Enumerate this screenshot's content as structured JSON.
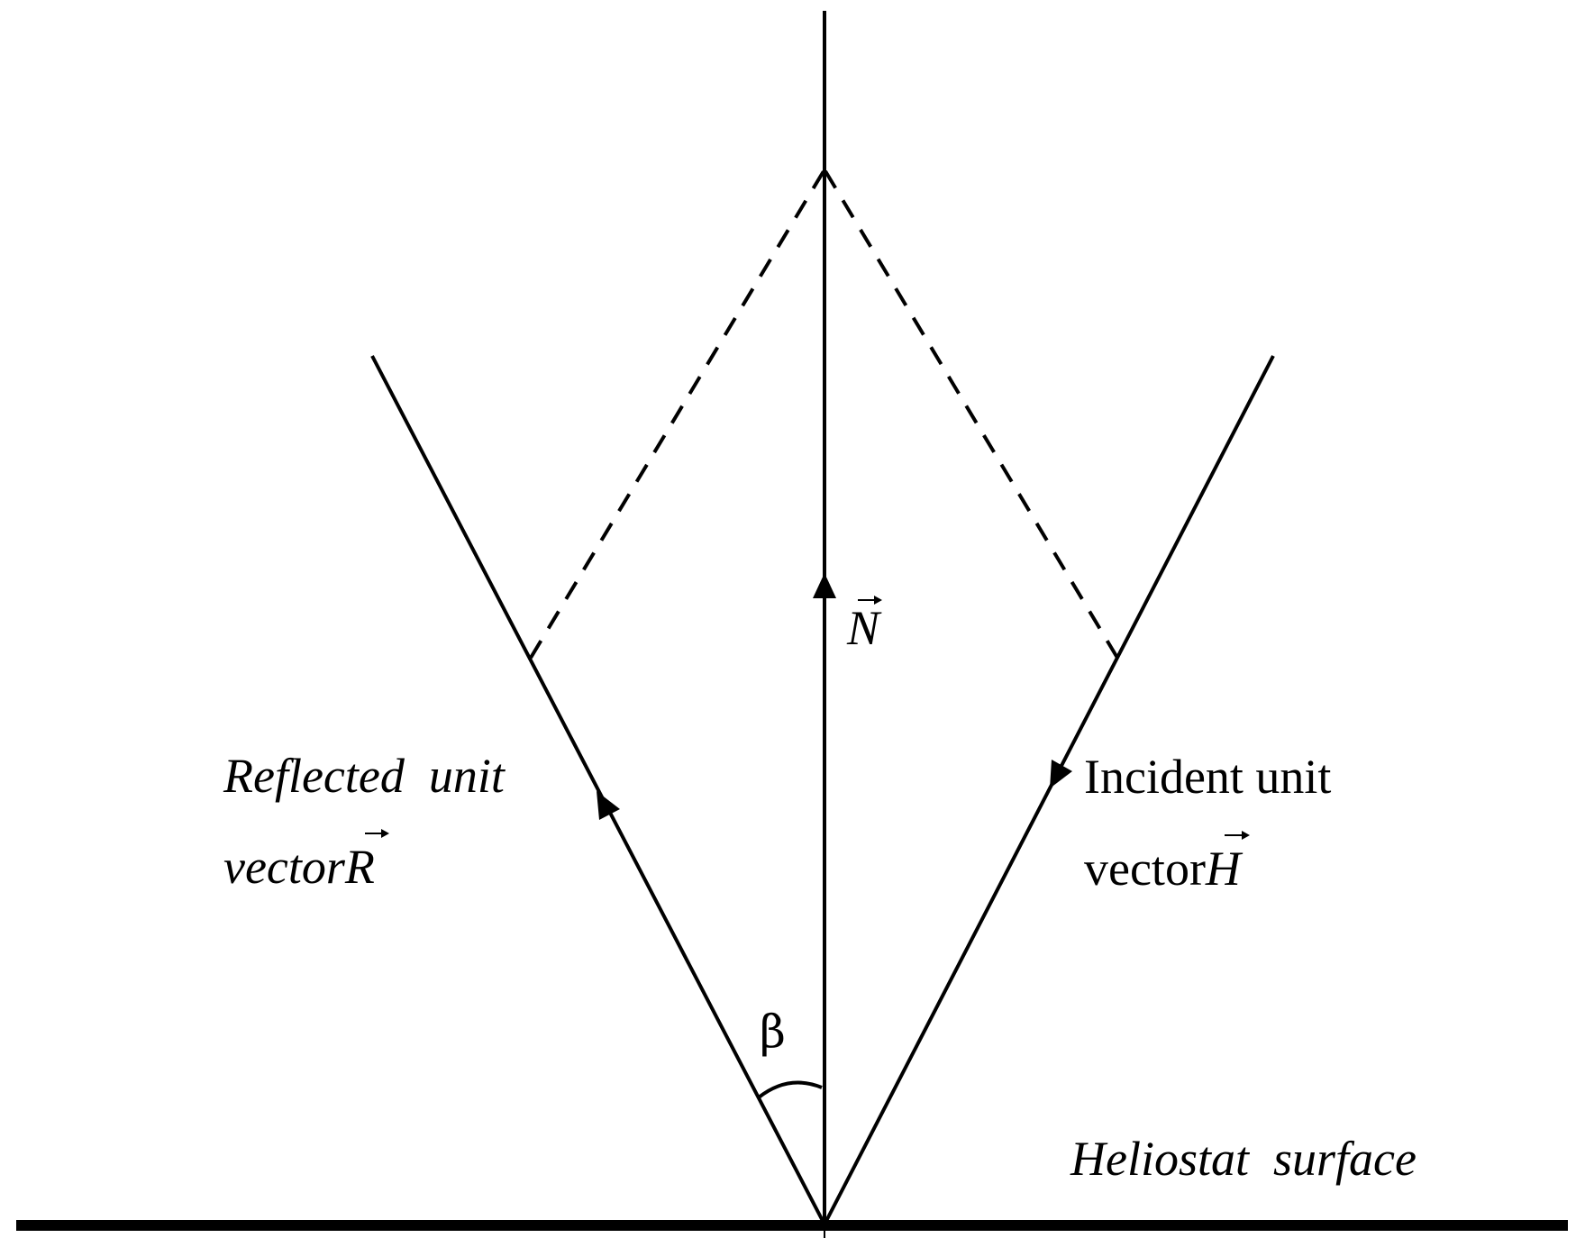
{
  "labels": {
    "normal_symbol": "N",
    "reflected_line1": "Reflected  unit",
    "reflected_line2_prefix": "vector",
    "reflected_symbol": "R",
    "incident_line1": "Incident unit",
    "incident_line2_prefix": "vector",
    "incident_symbol": "H",
    "angle_symbol": "β",
    "surface": "Heliostat  surface"
  },
  "colors": {
    "stroke": "#000000",
    "background": "#ffffff"
  }
}
